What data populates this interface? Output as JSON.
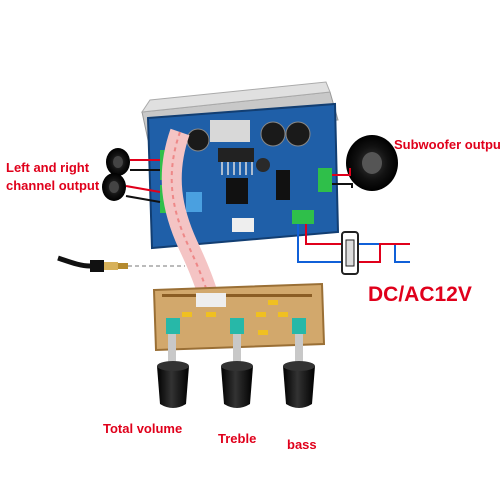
{
  "labels": {
    "left_right_line1": "Left and right",
    "left_right_line2": "channel output",
    "subwoofer": "Subwoofer output",
    "power": "DC/AC12V",
    "total_volume": "Total volume",
    "treble": "Treble",
    "bass": "bass"
  },
  "colors": {
    "label_red": "#e0001b",
    "pcb_blue": "#1f5fa8",
    "control_board": "#d2a86c",
    "heatsink": "#b8b8b8",
    "knob": "#111111",
    "wire_red": "#e0001b",
    "wire_blue": "#1060d8"
  }
}
